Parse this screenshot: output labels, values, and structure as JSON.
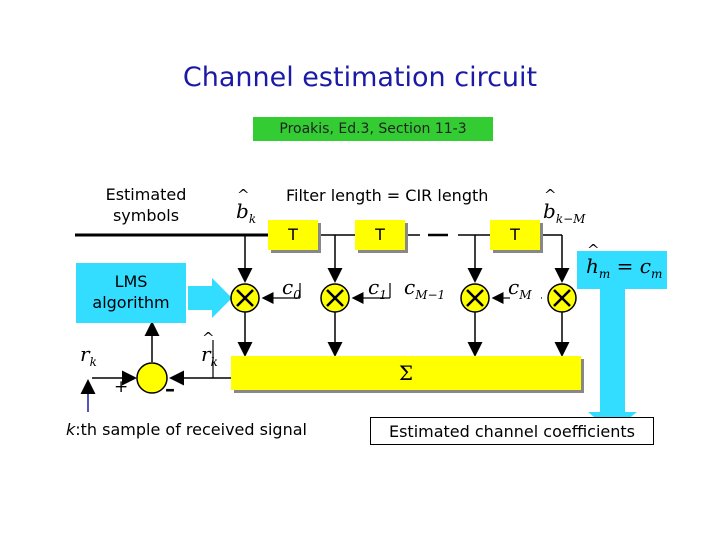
{
  "title": "Channel estimation circuit",
  "subtitle": "Proakis, Ed.3, Section 11-3",
  "estimated_symbols": [
    "Estimated",
    "symbols"
  ],
  "filter_length": "Filter length = CIR length",
  "delay_label": "T",
  "lms": [
    "LMS",
    "algorithm"
  ],
  "sum_symbol": "Σ",
  "plus_sign": "+",
  "minus_sign": "–",
  "math": {
    "b_var": "b",
    "b_sub": "k",
    "b_end_var": "b",
    "b_end_sub": "k−M",
    "r_var": "r",
    "r_sub": "k",
    "rhat_var": "r",
    "rhat_sub": "k",
    "c0_var": "c",
    "c0_sub": "0",
    "c1_var": "c",
    "c1_sub": "1",
    "cm1_var": "c",
    "cm1_sub": "M−1",
    "cm_var": "c",
    "cm_sub": "M",
    "hm_lhs": "h",
    "hm_lhs_sub": "m",
    "hm_eq": " = ",
    "hm_rhs": "c",
    "hm_rhs_sub": "m"
  },
  "caption_left": "k:th sample of received signal",
  "caption_left_var": "k",
  "caption_left_rest": ":th sample of received signal",
  "caption_right": "Estimated channel coefficients",
  "colors": {
    "title": "#1a1aa6",
    "source_box": "#33cc33",
    "blocks": "#ffff00",
    "lms": "#33ddff",
    "shadow": "#888888"
  }
}
